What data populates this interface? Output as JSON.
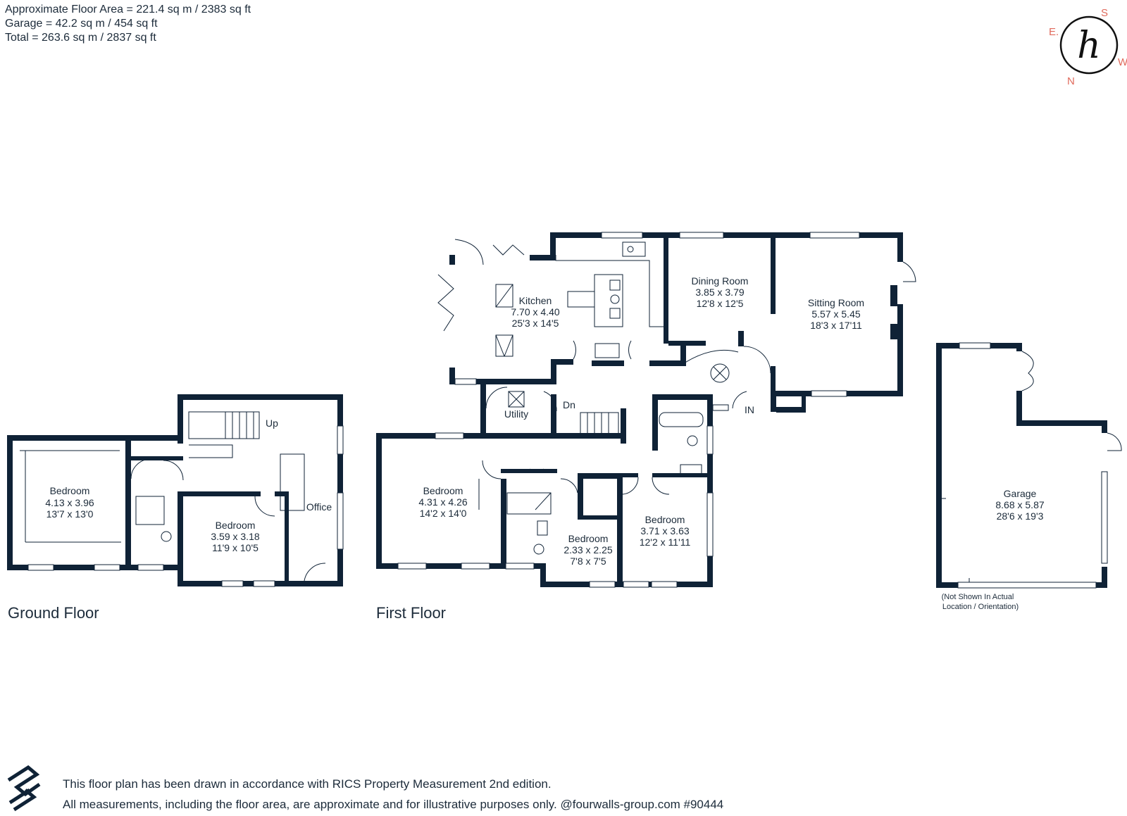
{
  "areas": [
    "Approximate Floor Area = 221.4 sq m / 2383 sq ft",
    "Garage = 42.2 sq m / 454 sq ft",
    "Total = 263.6 sq m / 2837 sq ft"
  ],
  "compass": {
    "n": "N",
    "s": "S",
    "e": "E.",
    "w": "W",
    "logo_letter": "h"
  },
  "floors": {
    "ground": "Ground Floor",
    "first": "First Floor"
  },
  "rooms": {
    "kitchen": {
      "name": "Kitchen",
      "metric": "7.70 x 4.40",
      "imperial": "25'3 x 14'5"
    },
    "dining": {
      "name": "Dining Room",
      "metric": "3.85 x 3.79",
      "imperial": "12'8 x 12'5"
    },
    "sitting": {
      "name": "Sitting Room",
      "metric": "5.57 x 5.45",
      "imperial": "18'3 x 17'11"
    },
    "utility": {
      "name": "Utility"
    },
    "dn": {
      "name": "Dn"
    },
    "in": {
      "name": "IN"
    },
    "up": {
      "name": "Up"
    },
    "office": {
      "name": "Office"
    },
    "gf_bed1": {
      "name": "Bedroom",
      "metric": "4.13 x 3.96",
      "imperial": "13'7 x 13'0"
    },
    "gf_bed2": {
      "name": "Bedroom",
      "metric": "3.59 x 3.18",
      "imperial": "11'9 x 10'5"
    },
    "ff_bed1": {
      "name": "Bedroom",
      "metric": "4.31 x 4.26",
      "imperial": "14'2 x 14'0"
    },
    "ff_bed2": {
      "name": "Bedroom",
      "metric": "2.33 x 2.25",
      "imperial": "7'8 x 7'5"
    },
    "ff_bed3": {
      "name": "Bedroom",
      "metric": "3.71 x 3.63",
      "imperial": "12'2 x 11'11"
    },
    "garage": {
      "name": "Garage",
      "metric": "8.68 x 5.87",
      "imperial": "28'6 x 19'3"
    }
  },
  "garage_note": [
    "(Not Shown In Actual",
    "Location / Orientation)"
  ],
  "footer": [
    "This floor plan has been drawn in accordance with RICS Property Measurement 2nd edition.",
    "All measurements, including the floor area, are approximate and for illustrative purposes only. @fourwalls-group.com #90444"
  ],
  "colors": {
    "wall": "#0f2236",
    "text": "#1c2b3a",
    "compass": "#e06a5c"
  }
}
